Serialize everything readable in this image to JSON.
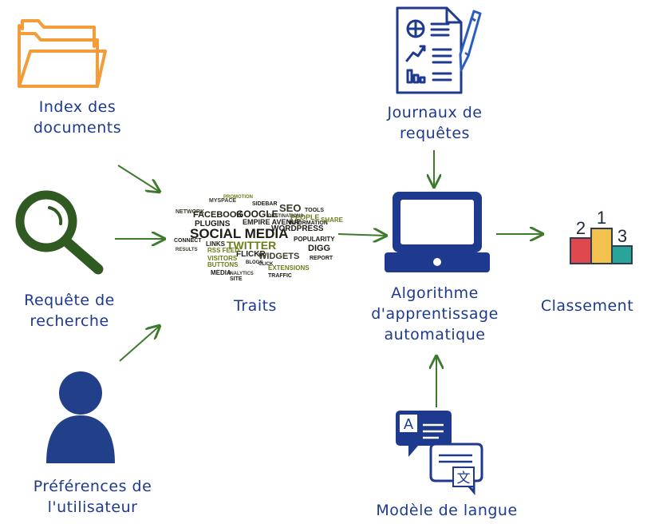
{
  "labels": {
    "index": [
      "Index des",
      "documents"
    ],
    "requete": [
      "Requête de",
      "recherche"
    ],
    "preferences": [
      "Préférences de",
      "l'utilisateur"
    ],
    "traits": "Traits",
    "journaux": [
      "Journaux de",
      "requêtes"
    ],
    "algo": [
      "Algorithme",
      "d'apprentissage",
      "automatique"
    ],
    "modele": "Modèle de langue",
    "classement": "Classement"
  },
  "podium": {
    "first": "1",
    "second": "2",
    "third": "3"
  },
  "translate_glyphs": {
    "latin": "A",
    "cjk": "文"
  },
  "word_cloud": [
    "SOCIAL MEDIA",
    "TWITTER",
    "FACEBOOK",
    "GOOGLE",
    "SEO",
    "WORDPRESS",
    "PLUGINS",
    "EMPIRE AVENUE",
    "WIDGETS",
    "DIGG",
    "FLICKR",
    "RSS FEED",
    "VISITORS",
    "BUTTONS",
    "MEDIA",
    "SITE",
    "LINKS",
    "CONNECT",
    "NETWORK",
    "MYSPACE",
    "PROMOTION",
    "SIDEBAR",
    "PEOPLE",
    "TOOLS",
    "POPULARITY",
    "INFORMATION",
    "SHARE",
    "EXTENSIONS",
    "TRAFFIC",
    "REPORT",
    "DESTINATIONS",
    "RESULTS",
    "BLOGS",
    "CLICK",
    "ANALYTICS"
  ],
  "colors": {
    "ink": "#1d3a8f",
    "arrow": "#3d7a2e",
    "folder": "#f39c3a",
    "magnifier": "#2f5a22",
    "podium_red": "#e0484f",
    "podium_yellow": "#f2c14e",
    "podium_teal": "#2aa39a"
  },
  "icons": [
    "folder-icon",
    "magnifier-icon",
    "user-icon",
    "report-icon",
    "laptop-icon",
    "podium-icon",
    "translate-icon"
  ]
}
